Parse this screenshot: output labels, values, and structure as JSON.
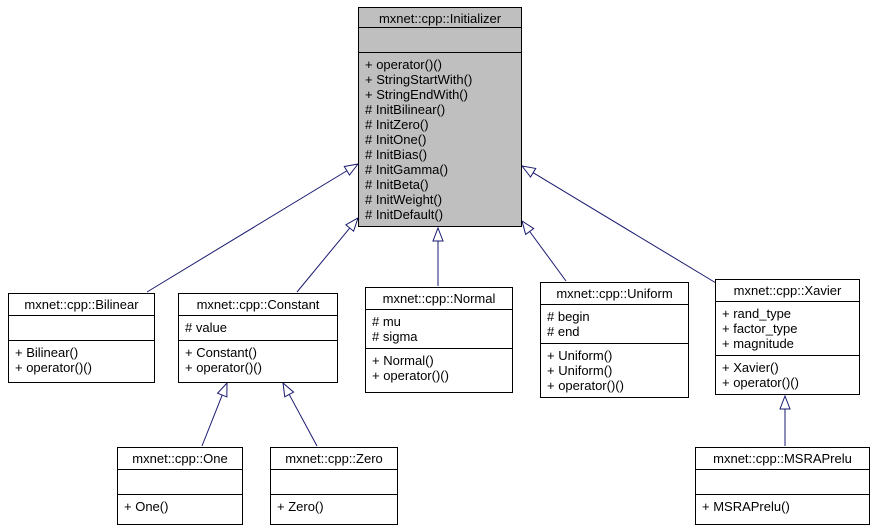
{
  "colors": {
    "background": "#ffffff",
    "node_fill": "#ffffff",
    "highlight_fill": "#bfbfbf",
    "node_border": "#000000",
    "edge": "#191970",
    "text": "#000000"
  },
  "classes": [
    {
      "name": "mxnet::cpp::Initializer",
      "highlighted": true,
      "attributes": [],
      "methods": [
        "+ operator()()",
        "+ StringStartWith()",
        "+ StringEndWith()",
        "# InitBilinear()",
        "# InitZero()",
        "# InitOne()",
        "# InitBias()",
        "# InitGamma()",
        "# InitBeta()",
        "# InitWeight()",
        "# InitDefault()"
      ]
    },
    {
      "name": "mxnet::cpp::Bilinear",
      "highlighted": false,
      "attributes": [],
      "methods": [
        "+ Bilinear()",
        "+ operator()()"
      ]
    },
    {
      "name": "mxnet::cpp::Constant",
      "highlighted": false,
      "attributes": [
        "# value"
      ],
      "methods": [
        "+ Constant()",
        "+ operator()()"
      ]
    },
    {
      "name": "mxnet::cpp::Normal",
      "highlighted": false,
      "attributes": [
        "# mu",
        "# sigma"
      ],
      "methods": [
        "+ Normal()",
        "+ operator()()"
      ]
    },
    {
      "name": "mxnet::cpp::Uniform",
      "highlighted": false,
      "attributes": [
        "# begin",
        "# end"
      ],
      "methods": [
        "+ Uniform()",
        "+ Uniform()",
        "+ operator()()"
      ]
    },
    {
      "name": "mxnet::cpp::Xavier",
      "highlighted": false,
      "attributes": [
        "+ rand_type",
        "+ factor_type",
        "+ magnitude"
      ],
      "methods": [
        "+ Xavier()",
        "+ operator()()"
      ]
    },
    {
      "name": "mxnet::cpp::One",
      "highlighted": false,
      "attributes": [],
      "methods": [
        "+ One()"
      ]
    },
    {
      "name": "mxnet::cpp::Zero",
      "highlighted": false,
      "attributes": [],
      "methods": [
        "+ Zero()"
      ]
    },
    {
      "name": "mxnet::cpp::MSRAPrelu",
      "highlighted": false,
      "attributes": [],
      "methods": [
        "+ MSRAPrelu()"
      ]
    }
  ],
  "relationships": [
    {
      "child": "mxnet::cpp::Bilinear",
      "parent": "mxnet::cpp::Initializer",
      "type": "public-inheritance"
    },
    {
      "child": "mxnet::cpp::Constant",
      "parent": "mxnet::cpp::Initializer",
      "type": "public-inheritance"
    },
    {
      "child": "mxnet::cpp::Normal",
      "parent": "mxnet::cpp::Initializer",
      "type": "public-inheritance"
    },
    {
      "child": "mxnet::cpp::Uniform",
      "parent": "mxnet::cpp::Initializer",
      "type": "public-inheritance"
    },
    {
      "child": "mxnet::cpp::Xavier",
      "parent": "mxnet::cpp::Initializer",
      "type": "public-inheritance"
    },
    {
      "child": "mxnet::cpp::One",
      "parent": "mxnet::cpp::Constant",
      "type": "public-inheritance"
    },
    {
      "child": "mxnet::cpp::Zero",
      "parent": "mxnet::cpp::Constant",
      "type": "public-inheritance"
    },
    {
      "child": "mxnet::cpp::MSRAPrelu",
      "parent": "mxnet::cpp::Xavier",
      "type": "public-inheritance"
    }
  ]
}
